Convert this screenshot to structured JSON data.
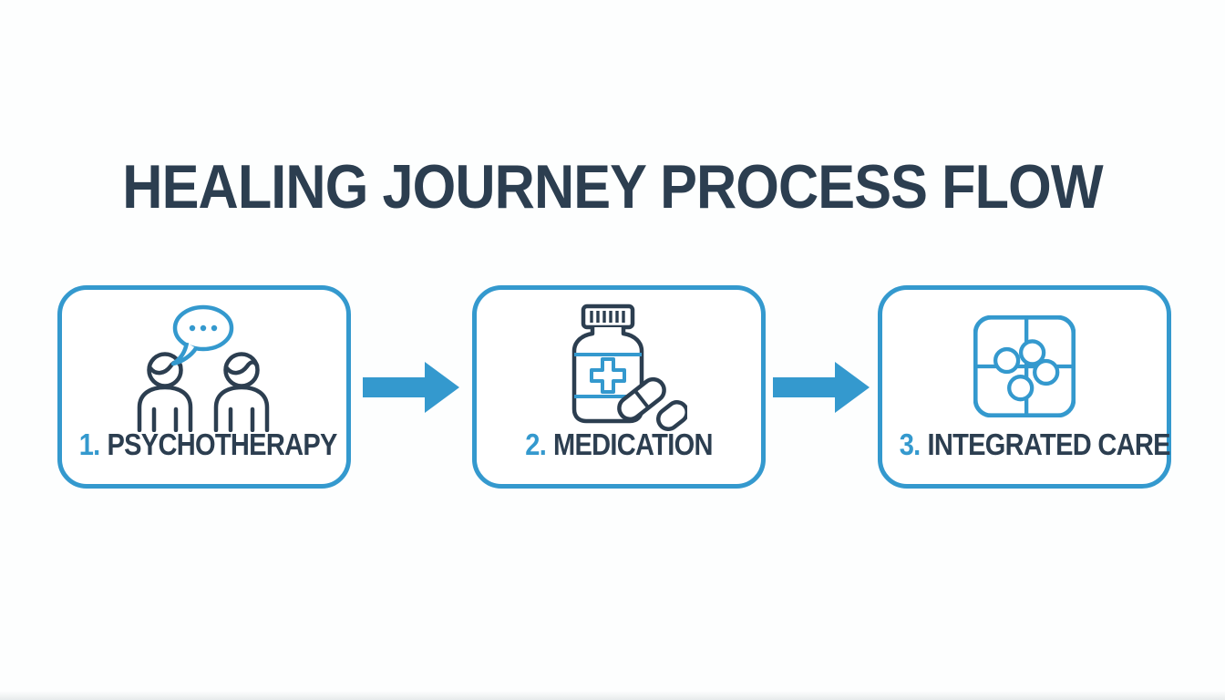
{
  "title": "HEALING JOURNEY PROCESS FLOW",
  "colors": {
    "accent_blue": "#3499CE",
    "navy": "#2C3E50",
    "background": "#FDFEFE",
    "box_fill": "#FFFFFF"
  },
  "steps": [
    {
      "number": "1.",
      "label": "PSYCHOTHERAPY",
      "icon": "therapy-conversation-icon"
    },
    {
      "number": "2.",
      "label": "MEDICATION",
      "icon": "medication-bottle-icon"
    },
    {
      "number": "3.",
      "label": "INTEGRATED CARE",
      "icon": "puzzle-pieces-icon"
    }
  ],
  "arrows": [
    {
      "direction": "right"
    },
    {
      "direction": "right"
    }
  ]
}
